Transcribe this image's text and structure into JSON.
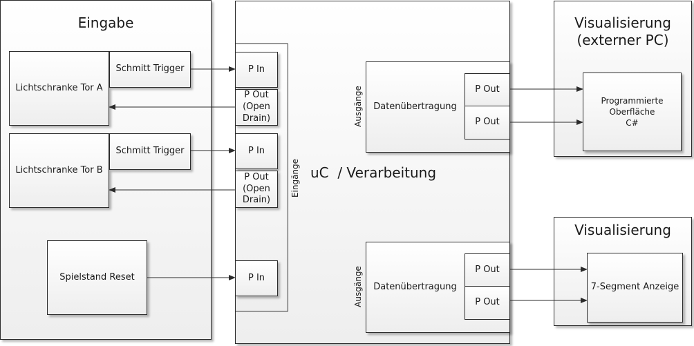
{
  "eingabe": {
    "title": "Eingabe",
    "lichtschranke_a": "Lichtschranke Tor A",
    "lichtschranke_b": "Lichtschranke Tor B",
    "schmitt_trigger_a": "Schmitt Trigger",
    "schmitt_trigger_b": "Schmitt Trigger",
    "spielstand_reset": "Spielstand Reset"
  },
  "uc": {
    "title": "uC  / Verarbeitung",
    "eingaenge_label": "Eingänge",
    "pins": {
      "p_in_a": "P In",
      "p_out_a_line1": "P Out",
      "p_out_a_line2": "(Open",
      "p_out_a_line3": "Drain)",
      "p_in_b": "P In",
      "p_out_b_line1": "P Out",
      "p_out_b_line2": "(Open",
      "p_out_b_line3": "Drain)",
      "p_in_reset": "P In"
    },
    "top_transfer": {
      "ausgaenge_label": "Ausgänge",
      "label": "Datenübertragung",
      "p_out_1": "P Out",
      "p_out_2": "P Out"
    },
    "bottom_transfer": {
      "ausgaenge_label": "Ausgänge",
      "label": "Datenübertragung",
      "p_out_1": "P Out",
      "p_out_2": "P Out"
    }
  },
  "visual_pc": {
    "title_line1": "Visualisierung",
    "title_line2": "(externer PC)",
    "inner_line1": "Programmierte",
    "inner_line2": "Oberfläche",
    "inner_line3": "C#"
  },
  "visual_7seg": {
    "title": "Visualisierung",
    "inner": "7-Segment Anzeige"
  },
  "colors": {
    "line": "#2b2b2b",
    "box_border": "#2b2b2b"
  }
}
